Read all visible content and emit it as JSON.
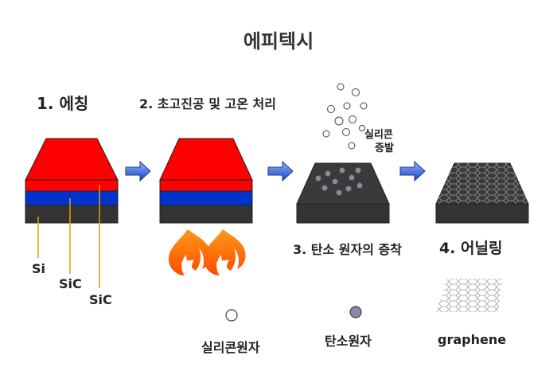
{
  "title": "에피텍시",
  "steps": [
    {
      "label": "1. 에칭"
    },
    {
      "label": "2. 초고진공 및 고온 처리"
    },
    {
      "label": "3. 탄소 원자의 증착"
    },
    {
      "label": "4. 어닐링"
    }
  ],
  "layers": [
    {
      "label": "Si"
    },
    {
      "label": "SiC"
    },
    {
      "label": "SiC"
    }
  ],
  "evaporation": {
    "line1": "실리콘",
    "line2": "증발"
  },
  "legend": [
    {
      "label": "실리콘원자"
    },
    {
      "label": "탄소원자"
    },
    {
      "label": "graphene"
    }
  ],
  "colors": {
    "top": "#ff0000",
    "middle": "#0033cc",
    "base": "#333333",
    "arrow": "#2f5fd0",
    "flame": "#ff6a00"
  }
}
